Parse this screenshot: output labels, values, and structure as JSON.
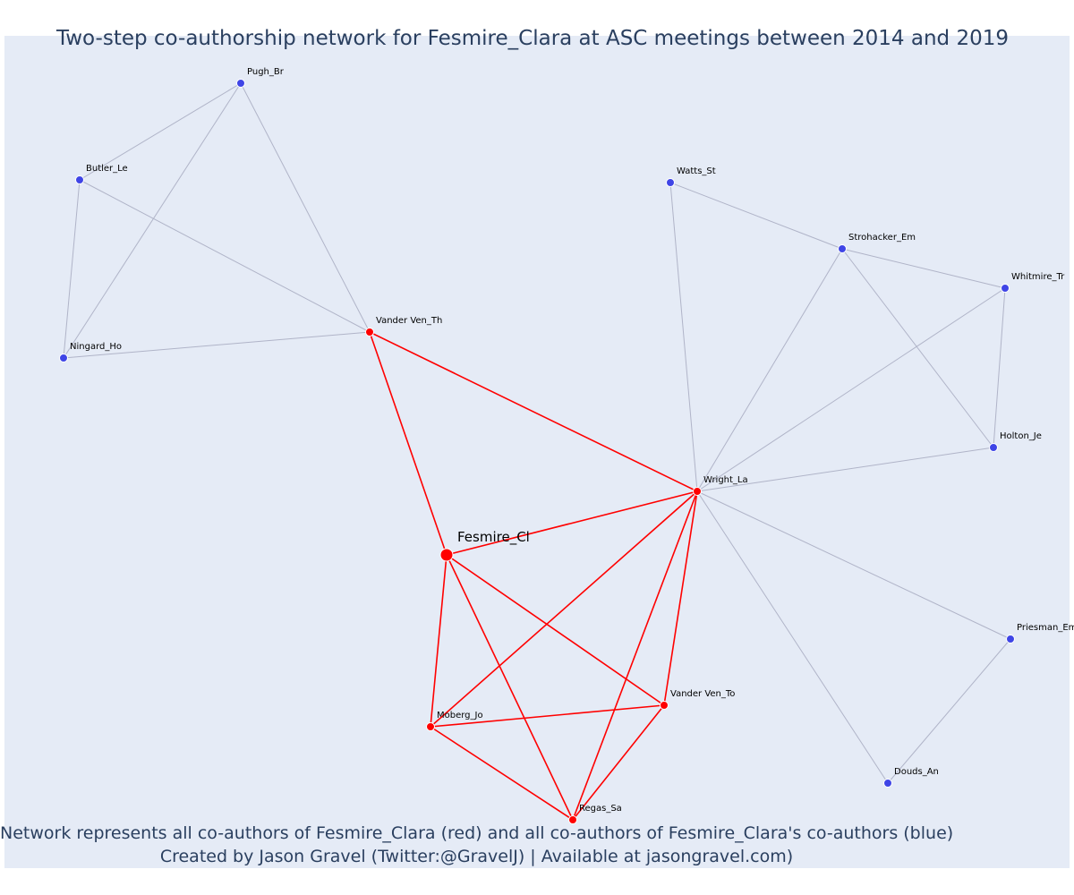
{
  "title": "Two-step co-authorship network for Fesmire_Clara at ASC meetings between 2014 and 2019",
  "caption": {
    "line1": "Network represents all co-authors of Fesmire_Clara (red) and all co-authors of Fesmire_Clara's co-authors (blue)",
    "line2": "Created by Jason Gravel (Twitter:@GravelJ) | Available at jasongravel.com)"
  },
  "colors": {
    "background": "#e5ebf6",
    "red": "#ff0000",
    "blue": "#3f45e6",
    "grey_edge": "#b0b4c8",
    "text": "#2a3f5f"
  },
  "nodes": [
    {
      "id": "Fesmire_Cl",
      "label": "Fesmire_Cl",
      "group": "focal"
    },
    {
      "id": "Vander Ven_Th",
      "label": "Vander Ven_Th",
      "group": "red"
    },
    {
      "id": "Wright_La",
      "label": "Wright_La",
      "group": "red"
    },
    {
      "id": "Moberg_Jo",
      "label": "Moberg_Jo",
      "group": "red"
    },
    {
      "id": "Vander Ven_To",
      "label": "Vander Ven_To",
      "group": "red"
    },
    {
      "id": "Regas_Sa",
      "label": "Regas_Sa",
      "group": "red"
    },
    {
      "id": "Pugh_Br",
      "label": "Pugh_Br",
      "group": "blue"
    },
    {
      "id": "Butler_Le",
      "label": "Butler_Le",
      "group": "blue"
    },
    {
      "id": "Ningard_Ho",
      "label": "Ningard_Ho",
      "group": "blue"
    },
    {
      "id": "Watts_St",
      "label": "Watts_St",
      "group": "blue"
    },
    {
      "id": "Strohacker_Em",
      "label": "Strohacker_Em",
      "group": "blue"
    },
    {
      "id": "Whitmire_Tr",
      "label": "Whitmire_Tr",
      "group": "blue"
    },
    {
      "id": "Holton_Je",
      "label": "Holton_Je",
      "group": "blue"
    },
    {
      "id": "Priesman_Em",
      "label": "Priesman_Em",
      "group": "blue"
    },
    {
      "id": "Douds_An",
      "label": "Douds_An",
      "group": "blue"
    }
  ],
  "edges": [
    {
      "source": "Pugh_Br",
      "target": "Butler_Le",
      "color": "grey"
    },
    {
      "source": "Pugh_Br",
      "target": "Ningard_Ho",
      "color": "grey"
    },
    {
      "source": "Pugh_Br",
      "target": "Vander Ven_Th",
      "color": "grey"
    },
    {
      "source": "Butler_Le",
      "target": "Ningard_Ho",
      "color": "grey"
    },
    {
      "source": "Butler_Le",
      "target": "Vander Ven_Th",
      "color": "grey"
    },
    {
      "source": "Ningard_Ho",
      "target": "Vander Ven_Th",
      "color": "grey"
    },
    {
      "source": "Watts_St",
      "target": "Strohacker_Em",
      "color": "grey"
    },
    {
      "source": "Watts_St",
      "target": "Wright_La",
      "color": "grey"
    },
    {
      "source": "Strohacker_Em",
      "target": "Whitmire_Tr",
      "color": "grey"
    },
    {
      "source": "Strohacker_Em",
      "target": "Holton_Je",
      "color": "grey"
    },
    {
      "source": "Strohacker_Em",
      "target": "Wright_La",
      "color": "grey"
    },
    {
      "source": "Whitmire_Tr",
      "target": "Holton_Je",
      "color": "grey"
    },
    {
      "source": "Whitmire_Tr",
      "target": "Wright_La",
      "color": "grey"
    },
    {
      "source": "Holton_Je",
      "target": "Wright_La",
      "color": "grey"
    },
    {
      "source": "Wright_La",
      "target": "Priesman_Em",
      "color": "grey"
    },
    {
      "source": "Wright_La",
      "target": "Douds_An",
      "color": "grey"
    },
    {
      "source": "Priesman_Em",
      "target": "Douds_An",
      "color": "grey"
    },
    {
      "source": "Vander Ven_Th",
      "target": "Wright_La",
      "color": "red"
    },
    {
      "source": "Vander Ven_Th",
      "target": "Fesmire_Cl",
      "color": "red"
    },
    {
      "source": "Fesmire_Cl",
      "target": "Wright_La",
      "color": "red"
    },
    {
      "source": "Fesmire_Cl",
      "target": "Moberg_Jo",
      "color": "red"
    },
    {
      "source": "Fesmire_Cl",
      "target": "Regas_Sa",
      "color": "red"
    },
    {
      "source": "Fesmire_Cl",
      "target": "Vander Ven_To",
      "color": "red"
    },
    {
      "source": "Wright_La",
      "target": "Moberg_Jo",
      "color": "red"
    },
    {
      "source": "Wright_La",
      "target": "Regas_Sa",
      "color": "red"
    },
    {
      "source": "Wright_La",
      "target": "Vander Ven_To",
      "color": "red"
    },
    {
      "source": "Moberg_Jo",
      "target": "Vander Ven_To",
      "color": "red"
    },
    {
      "source": "Moberg_Jo",
      "target": "Regas_Sa",
      "color": "red"
    },
    {
      "source": "Vander Ven_To",
      "target": "Regas_Sa",
      "color": "red"
    }
  ]
}
